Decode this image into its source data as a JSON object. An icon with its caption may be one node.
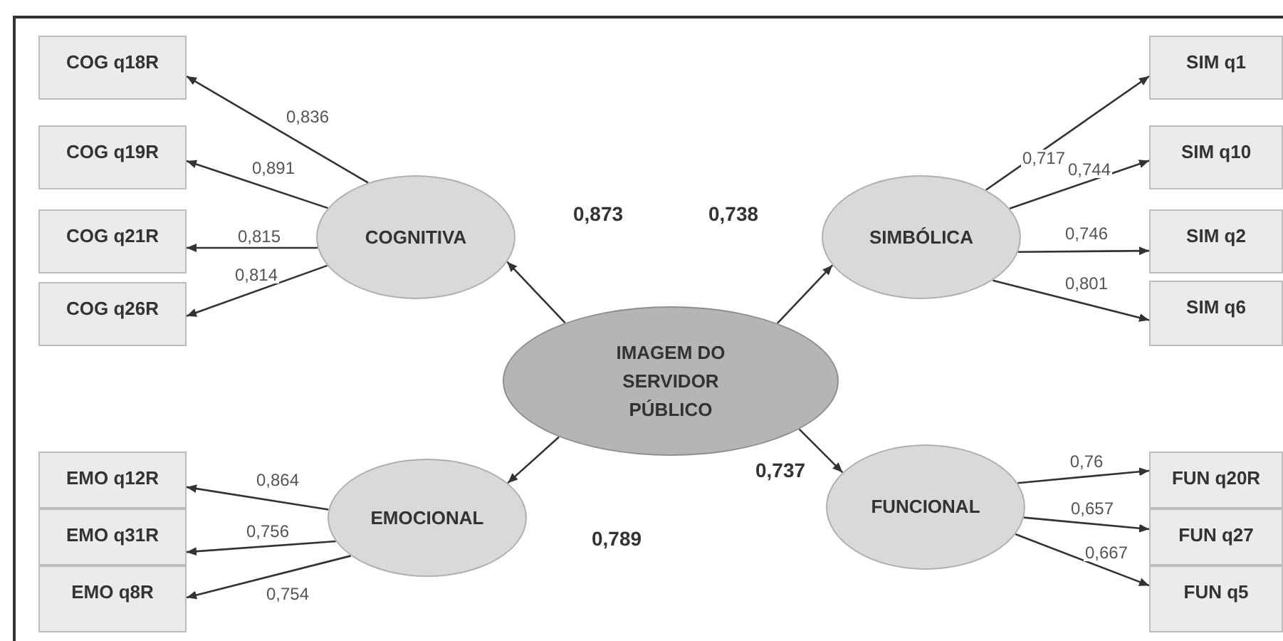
{
  "diagram": {
    "nodes": [
      {
        "text": [
          "COG q18R"
        ]
      },
      {
        "text": [
          "COG q19R"
        ]
      },
      {
        "text": [
          "COG q21R"
        ]
      },
      {
        "text": [
          "COG q26R"
        ]
      },
      {
        "text": [
          "COGNITIVA"
        ]
      },
      {
        "text": [
          "SIMBÓLICA"
        ]
      },
      {
        "text": [
          "SIM q1"
        ]
      },
      {
        "text": [
          "SIM q10"
        ]
      },
      {
        "text": [
          "SIM q2"
        ]
      },
      {
        "text": [
          "SIM q6"
        ]
      },
      {
        "text": [
          "IMAGEM DO SERVIDOR PÚBLICO"
        ]
      },
      {
        "text": [
          "EMOCIONAL"
        ]
      },
      {
        "text": [
          "FUNCIONAL"
        ]
      },
      {
        "text": [
          "EMO q12R"
        ]
      },
      {
        "text": [
          "EMO q31R"
        ]
      },
      {
        "text": [
          "EMO q8R"
        ]
      },
      {
        "text": [
          "FUN q20R"
        ]
      },
      {
        "text": [
          "FUN q27"
        ]
      },
      {
        "text": [
          "FUN q5"
        ]
      }
    ],
    "edges": [
      {
        "from": 10,
        "to": 4,
        "arrow": "to",
        "label": "0,873"
      },
      {
        "from": 10,
        "to": 5,
        "arrow": "to",
        "label": "0,738"
      },
      {
        "from": 10,
        "to": 11,
        "arrow": "to",
        "label": "0,789"
      },
      {
        "from": 10,
        "to": 12,
        "arrow": "to",
        "label": "0,737"
      },
      {
        "from": 4,
        "to": 0,
        "arrow": "to",
        "label": "0,836"
      },
      {
        "from": 4,
        "to": 1,
        "arrow": "to",
        "label": "0,891"
      },
      {
        "from": 4,
        "to": 2,
        "arrow": "to",
        "label": "0,815"
      },
      {
        "from": 4,
        "to": 3,
        "arrow": "to",
        "label": "0,814"
      },
      {
        "from": 5,
        "to": 6,
        "arrow": "to",
        "label": "0,717"
      },
      {
        "from": 5,
        "to": 7,
        "arrow": "to",
        "label": "0,744"
      },
      {
        "from": 5,
        "to": 8,
        "arrow": "to",
        "label": "0,746"
      },
      {
        "from": 5,
        "to": 9,
        "arrow": "to",
        "label": "0,801"
      },
      {
        "from": 11,
        "to": 13,
        "arrow": "to",
        "label": "0,864"
      },
      {
        "from": 11,
        "to": 14,
        "arrow": "to",
        "label": "0,756"
      },
      {
        "from": 11,
        "to": 15,
        "arrow": "to",
        "label": "0,754"
      },
      {
        "from": 12,
        "to": 16,
        "arrow": "to",
        "label": "0,76"
      },
      {
        "from": 12,
        "to": 17,
        "arrow": "to",
        "label": "0,657"
      },
      {
        "from": 12,
        "to": 18,
        "arrow": "to",
        "label": "0,667"
      }
    ]
  }
}
